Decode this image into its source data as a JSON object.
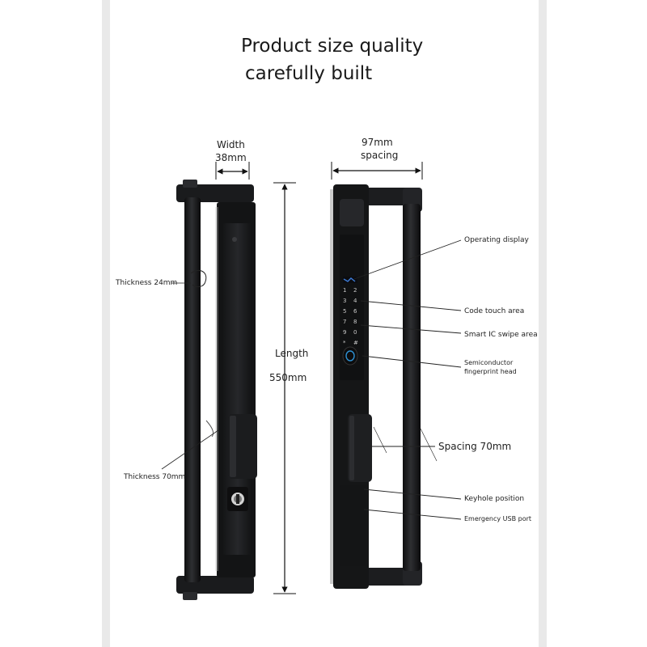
{
  "title": {
    "line1": "Product size quality",
    "line2": "carefully built"
  },
  "dimensions": {
    "width_label": "Width",
    "width_value": "38mm",
    "spacing_value": "97mm",
    "spacing_label": "spacing",
    "length_label": "Length",
    "length_value": "550mm",
    "thickness_top": "Thickness 24mm",
    "thickness_bottom": "Thickness 70mm"
  },
  "callouts": {
    "operating_display": "Operating display",
    "code_touch_area": "Code touch area",
    "smart_ic": "Smart IC swipe area",
    "fingerprint_line1": "Semiconductor",
    "fingerprint_line2": "fingerprint head",
    "spacing_70": "Spacing 70mm",
    "keyhole": "Keyhole position",
    "usb": "Emergency USB port"
  },
  "keypad": [
    "1",
    "2",
    "3",
    "4",
    "5",
    "6",
    "7",
    "8",
    "9",
    "0",
    "*",
    "#"
  ],
  "colors": {
    "lock_body": "#1b1c1e",
    "lock_dark": "#0d0d0e",
    "highlight": "#3a3b3e",
    "edge_band": "#e9e9e9"
  }
}
